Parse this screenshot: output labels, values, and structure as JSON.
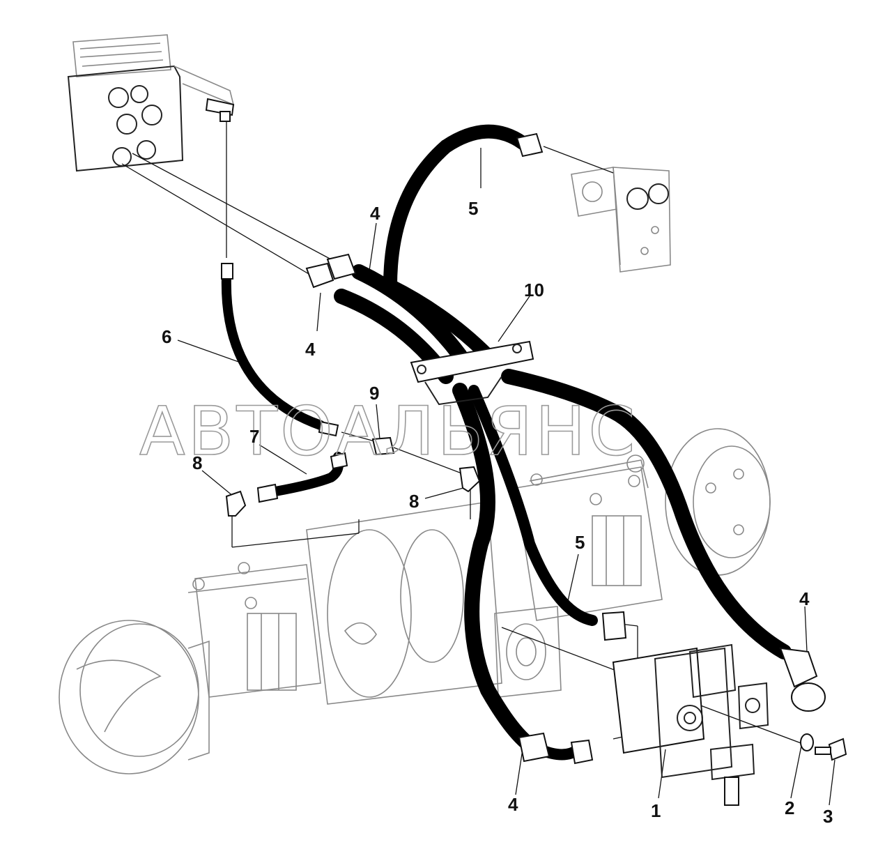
{
  "watermark": "АВТОАЛЬЯНС",
  "callouts": {
    "c1": "1",
    "c2": "2",
    "c3": "3",
    "c4a": "4",
    "c4b": "4",
    "c4c": "4",
    "c4d": "4",
    "c5a": "5",
    "c5b": "5",
    "c6": "6",
    "c7": "7",
    "c8a": "8",
    "c8b": "8",
    "c9": "9",
    "c10": "10"
  }
}
